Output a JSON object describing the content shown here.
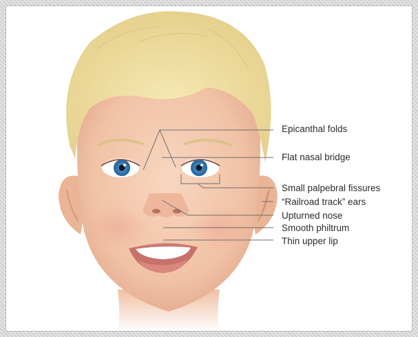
{
  "diagram": {
    "labels": [
      {
        "id": "epicanthal",
        "text": "Epicanthal folds"
      },
      {
        "id": "nasal",
        "text": "Flat nasal bridge"
      },
      {
        "id": "palpebral",
        "text": "Small palpebral fissures"
      },
      {
        "id": "ears",
        "text": "“Railroad track” ears"
      },
      {
        "id": "nose",
        "text": "Upturned nose"
      },
      {
        "id": "philtrum",
        "text": "Smooth philtrum"
      },
      {
        "id": "lip",
        "text": "Thin upper lip"
      }
    ]
  },
  "colors": {
    "hair": "#f0dc9c",
    "skin": "#f3c9ad",
    "iris": "#2f7fc0",
    "leader_line": "#6e6e6e",
    "text": "#2b2b2b"
  }
}
